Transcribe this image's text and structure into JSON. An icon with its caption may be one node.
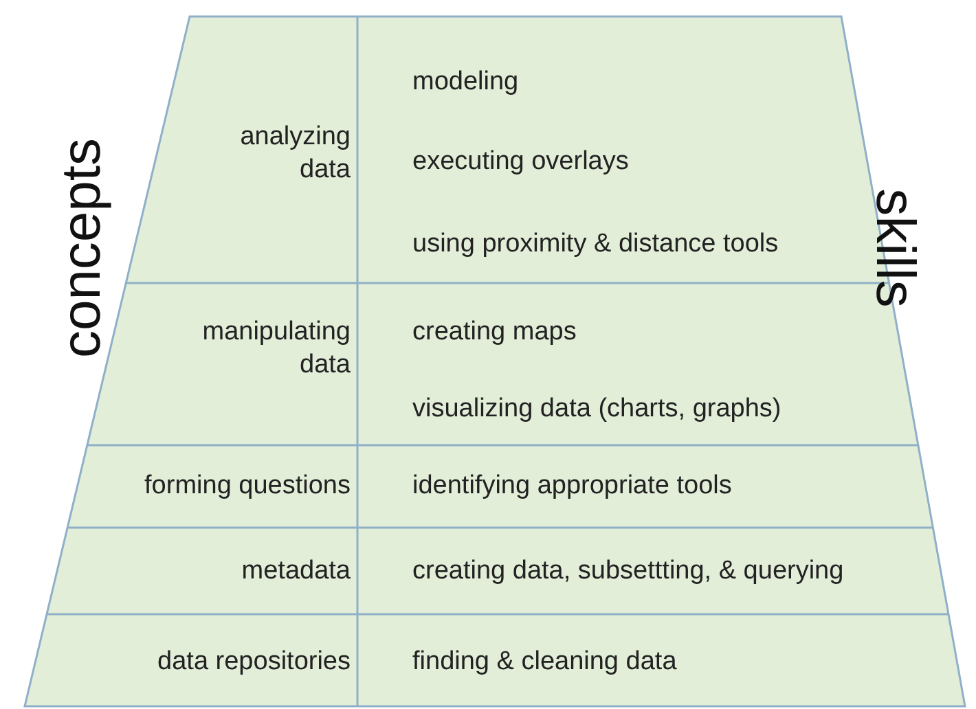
{
  "diagram": {
    "nodes": [
      {
        "text": [
          "analyzing data"
        ]
      },
      {
        "text": [
          "modeling",
          "executing overlays",
          "using proximity & distance tools"
        ]
      },
      {
        "text": [
          "manipulating data"
        ]
      },
      {
        "text": [
          "creating maps",
          "visualizing data (charts, graphs)"
        ]
      },
      {
        "text": [
          "forming questions"
        ]
      },
      {
        "text": [
          "identifying appropriate tools"
        ]
      },
      {
        "text": [
          "metadata"
        ]
      },
      {
        "text": [
          "creating data, subsettting, & querying"
        ]
      },
      {
        "text": [
          "data repositories"
        ]
      },
      {
        "text": [
          "finding & cleaning data"
        ]
      }
    ],
    "labels": [
      "concepts",
      "skills"
    ]
  }
}
